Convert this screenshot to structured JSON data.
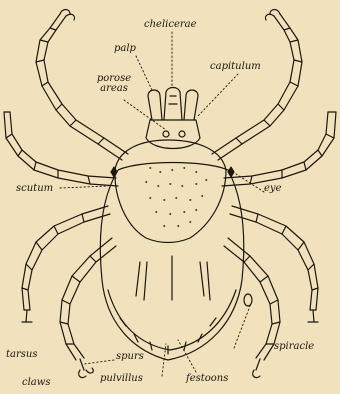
{
  "figure": {
    "background": "#f1e2bd",
    "ink": "#1d160c"
  },
  "labels": {
    "chelicerae": "chelicerae",
    "palp": "palp",
    "porose_areas": "porose areas",
    "capitulum": "capitulum",
    "scutum": "scutum",
    "eye": "eye",
    "tarsus": "tarsus",
    "claws": "claws",
    "spurs": "spurs",
    "pulvillus": "pulvillus",
    "festoons": "festoons",
    "spiracle": "spiracle"
  }
}
